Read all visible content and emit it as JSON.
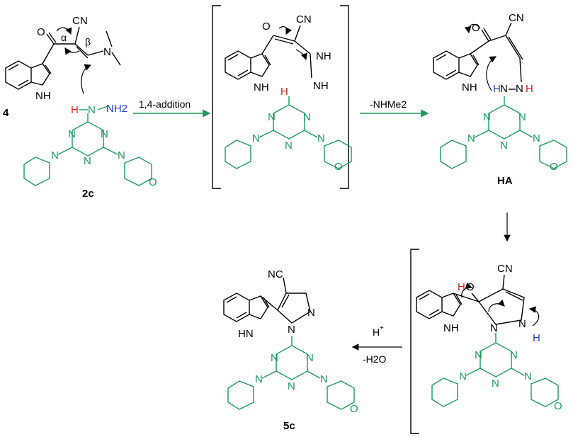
{
  "compounds": {
    "c4": "4",
    "c2c": "2c",
    "ha": "HA",
    "c5c": "5c"
  },
  "steps": {
    "step1": "1,4-addition",
    "step2": "-NHMe2",
    "step3_top": "H",
    "step3_top_sup": "+",
    "step3_bottom": "-H2O"
  },
  "atoms": {
    "cn": "CN",
    "nc": "NC",
    "o": "O",
    "nh": "NH",
    "n": "N",
    "h": "H",
    "nh2": "NH2",
    "ho": "HO",
    "hn": "HN",
    "alpha": "α",
    "beta": "β"
  },
  "colors": {
    "black": "#000000",
    "green": "#1a9a5c",
    "red": "#e01b1b",
    "blue": "#1f3bd6"
  }
}
